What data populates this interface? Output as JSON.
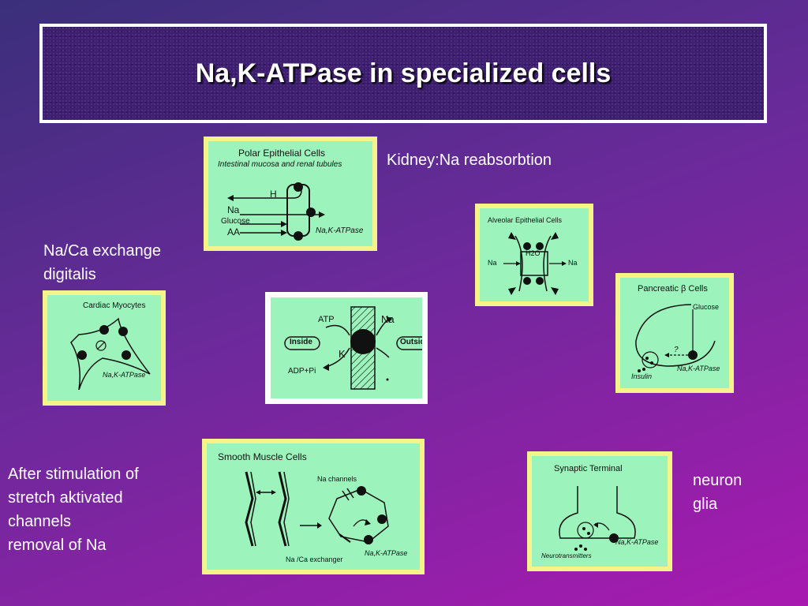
{
  "slide": {
    "title": "Na,K-ATPase in specialized cells"
  },
  "labels": {
    "kidney": "Kidney:Na reabsorbtion",
    "naca": "Na/Ca exchange\ndigitalis",
    "stretch": "After stimulation of\nstretch aktivated\nchannels\nremoval of Na",
    "neuron": "neuron\nglia"
  },
  "panels": {
    "polar": {
      "title": "Polar Epithelial Cells",
      "subtitle": "Intestinal mucosa and renal tubules",
      "h": "H",
      "na": "Na",
      "glucose": "Glucose",
      "aa": "AA",
      "pump": "Na,K-ATPase"
    },
    "alveolar": {
      "title": "Alveolar Epithelial Cells",
      "h2o": "H2O",
      "na": "Na"
    },
    "cardiac": {
      "title": "Cardiac Myocytes",
      "pump": "Na,K-ATPase"
    },
    "center": {
      "atp": "ATP",
      "na": "Na",
      "k": "K",
      "inside": "Inside",
      "outside": "Outside",
      "adp": "ADP+Pi"
    },
    "pancreatic": {
      "title": "Pancreatic β Cells",
      "glucose": "Glucose",
      "question": "?",
      "insulin": "Insulin",
      "pump": "Na,K-ATPase"
    },
    "smooth": {
      "title": "Smooth Muscle Cells",
      "channels": "Na channels",
      "exchanger": "Na /Ca  exchanger",
      "pump": "Na,K-ATPase"
    },
    "synaptic": {
      "title": "Synaptic Terminal",
      "pump": "Na,K-ATPase",
      "transmitters": "Neurotransmitters"
    }
  }
}
